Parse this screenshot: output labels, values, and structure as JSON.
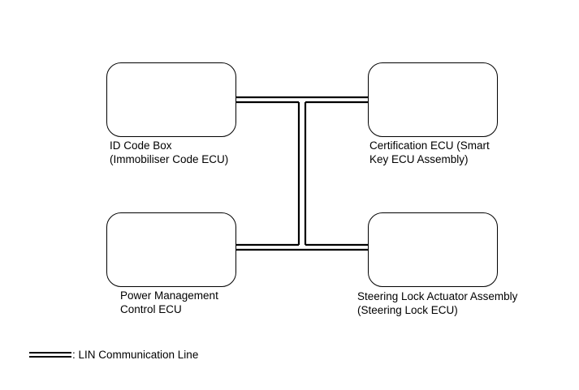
{
  "boxes": {
    "id_code_box": {
      "line1": "ID Code Box",
      "line2": "(Immobiliser Code ECU)"
    },
    "certification_ecu": {
      "line1": "Certification ECU (Smart",
      "line2": "Key ECU Assembly)"
    },
    "power_management_ecu": {
      "line1": "Power Management",
      "line2": "Control ECU"
    },
    "steering_lock_actuator": {
      "line1": "Steering Lock Actuator Assembly",
      "line2": "(Steering Lock ECU)"
    }
  },
  "legend": {
    "label": ": LIN Communication Line"
  }
}
